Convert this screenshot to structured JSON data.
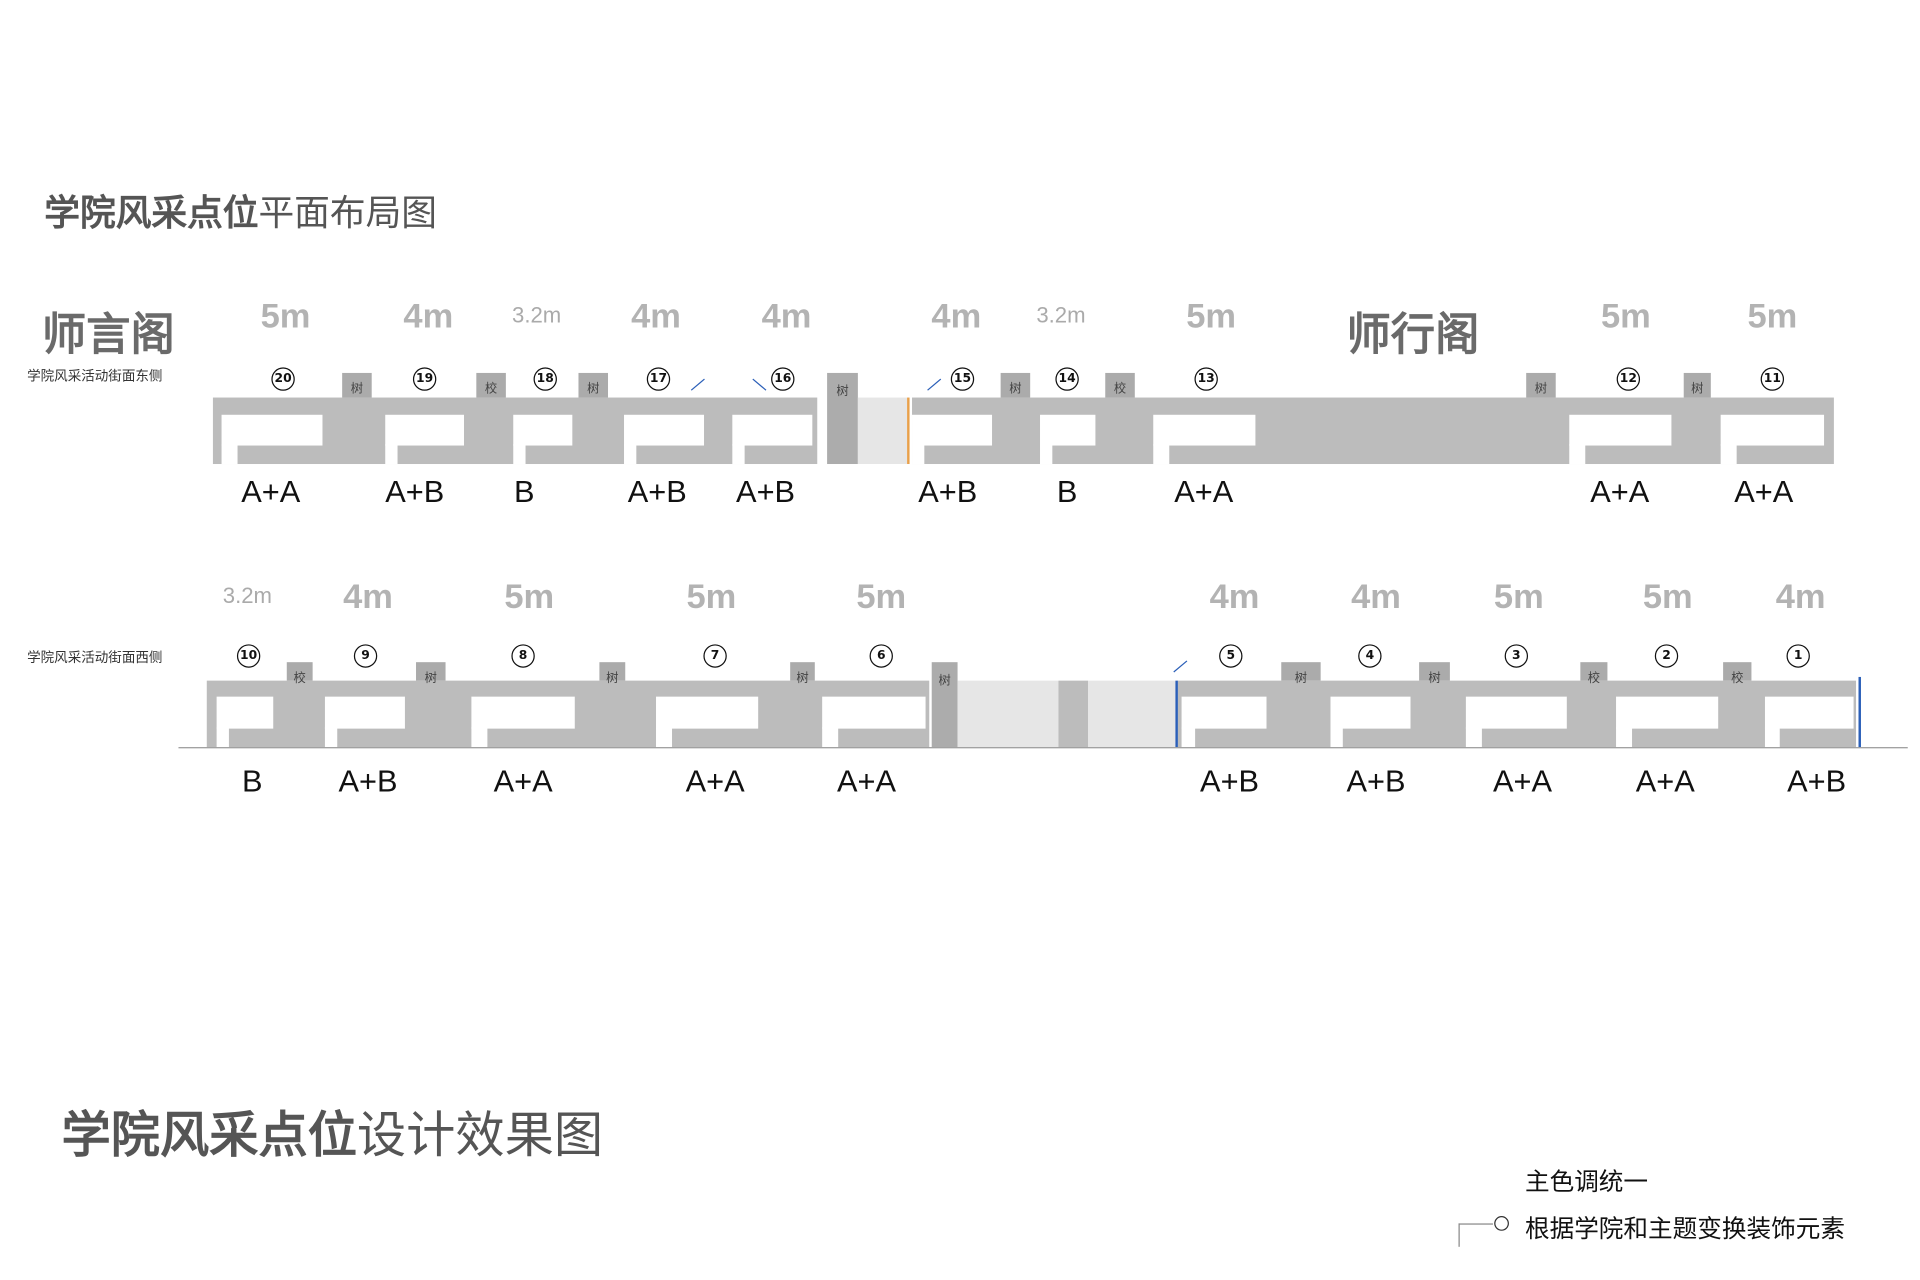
{
  "titles": {
    "layout_bold": "学院风采点位",
    "layout_light": "平面布局图",
    "effect_bold": "学院风采点位",
    "effect_light": "设计效果图"
  },
  "buildings": {
    "west": "师言阁",
    "east": "师行阁"
  },
  "row_east": {
    "subtitle": "学院风采活动街面东侧",
    "dims": [
      "5m",
      "4m",
      "3.2m",
      "4m",
      "4m",
      "4m",
      "3.2m",
      "5m",
      "5m",
      "5m"
    ],
    "numbers": [
      "20",
      "19",
      "18",
      "17",
      "16",
      "15",
      "14",
      "13",
      "12",
      "11"
    ],
    "types": [
      "A+A",
      "A+B",
      "B",
      "A+B",
      "A+B",
      "A+B",
      "B",
      "A+A",
      "A+A",
      "A+A"
    ],
    "trees": [
      "树",
      "校",
      "树",
      "树",
      "校",
      "树",
      "树"
    ],
    "column_tree": "树"
  },
  "row_west": {
    "subtitle": "学院风采活动街面西侧",
    "dims": [
      "3.2m",
      "4m",
      "5m",
      "5m",
      "5m",
      "4m",
      "4m",
      "5m",
      "5m",
      "4m"
    ],
    "numbers": [
      "10",
      "9",
      "8",
      "7",
      "6",
      "5",
      "4",
      "3",
      "2",
      "1"
    ],
    "types": [
      "B",
      "A+B",
      "A+A",
      "A+A",
      "A+A",
      "A+B",
      "A+B",
      "A+A",
      "A+A",
      "A+B"
    ],
    "trees": [
      "校",
      "树",
      "树",
      "树",
      "树",
      "树",
      "校",
      "校"
    ],
    "column_tree": "树"
  },
  "notes": {
    "line1": "主色调统一",
    "line2": "根据学院和主题变换装饰元素"
  },
  "colors": {
    "bar": "#bcbcbc",
    "tree": "#ababab",
    "dim": "#b3b3b3",
    "accent_line": "#2b5fb8",
    "orange_line": "#e8a04a"
  }
}
